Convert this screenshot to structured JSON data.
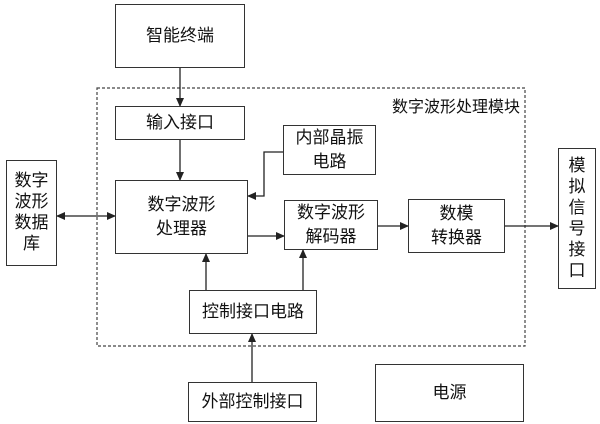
{
  "diagram": {
    "module_label": "数字波形处理模块",
    "nodes": {
      "smart_terminal": "智能终端",
      "input_interface": "输入接口",
      "internal_crystal": "内部晶振\n电路",
      "dsp_processor": "数字波形\n处理器",
      "waveform_decoder": "数字波形\n解码器",
      "dac_converter": "数模\n转换器",
      "waveform_database": "数字\n波形\n数据\n库",
      "analog_output": "模\n拟\n信\n号\n接\n口",
      "control_interface_circuit": "控制接口电路",
      "external_control_interface": "外部控制接口",
      "power_supply": "电源"
    }
  }
}
